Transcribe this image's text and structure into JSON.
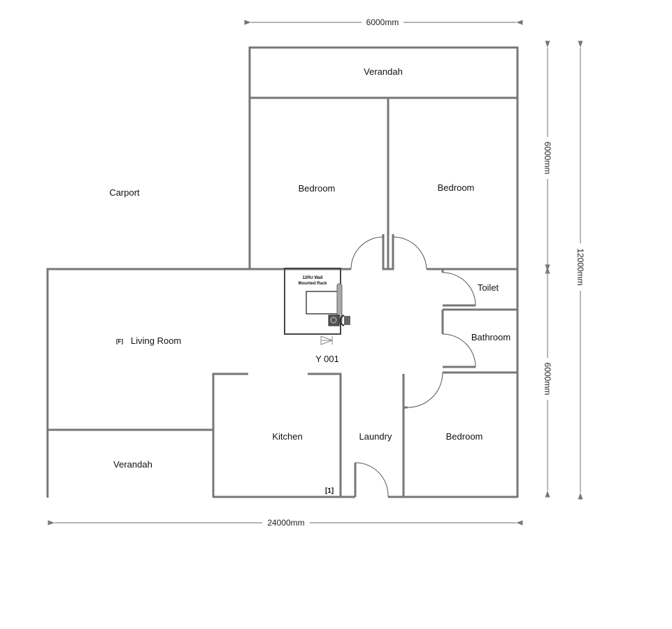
{
  "dimensions": {
    "top_width": "6000mm",
    "bottom_width": "24000mm",
    "right_upper": "6000mm",
    "right_lower": "6000mm",
    "total_height": "12000mm"
  },
  "rooms": {
    "verandah_top": "Verandah",
    "bedroom_1": "Bedroom",
    "bedroom_2": "Bedroom",
    "carport": "Carport",
    "toilet": "Toilet",
    "bathroom": "Bathroom",
    "living_room": "Living Room",
    "living_marker": "[F]",
    "kitchen": "Kitchen",
    "laundry": "Laundry",
    "bedroom_3": "Bedroom",
    "verandah_bottom": "Verandah",
    "kitchen_marker": "[1]"
  },
  "rack": {
    "label_line1": "12RU Wall",
    "label_line2": "Mounted Rack",
    "id": "Y 001"
  }
}
